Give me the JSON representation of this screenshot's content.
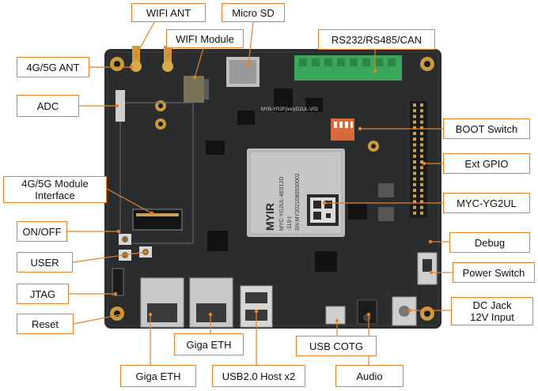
{
  "labels": {
    "wifi_ant": "WIFI ANT",
    "micro_sd": "Micro SD",
    "wifi_module": "WIFI Module",
    "rs232": "RS232/RS485/CAN",
    "ant_4g5g": "4G/5G ANT",
    "adc": "ADC",
    "boot_switch": "BOOT Switch",
    "ext_gpio": "Ext GPIO",
    "module_4g5g_line1": "4G/5G Module",
    "module_4g5g_line2": "Interface",
    "myc": "MYC-YG2UL",
    "on_off": "ON/OFF",
    "debug": "Debug",
    "user": "USER",
    "power_switch": "Power Switch",
    "jtag": "JTAG",
    "dc_jack_line1": "DC Jack",
    "dc_jack_line2": "12V Input",
    "reset": "Reset",
    "giga_eth_top": "Giga ETH",
    "usb_cotg": "USB COTG",
    "giga_eth_bottom": "Giga ETH",
    "usb_host": "USB2.0 Host x2",
    "audio": "Audio"
  },
  "board": {
    "silkscreen": "MYB-YR2F(ive)/G2UL-V02",
    "som_brand": "MYIR",
    "som_text": [
      "MYC-YG2UL-4E512D",
      "-110-I",
      "SN:MY2021080500002"
    ]
  },
  "colors": {
    "accent": "#e8822a",
    "pcb": "#2a2c2e",
    "terminal": "#3aa65a"
  }
}
